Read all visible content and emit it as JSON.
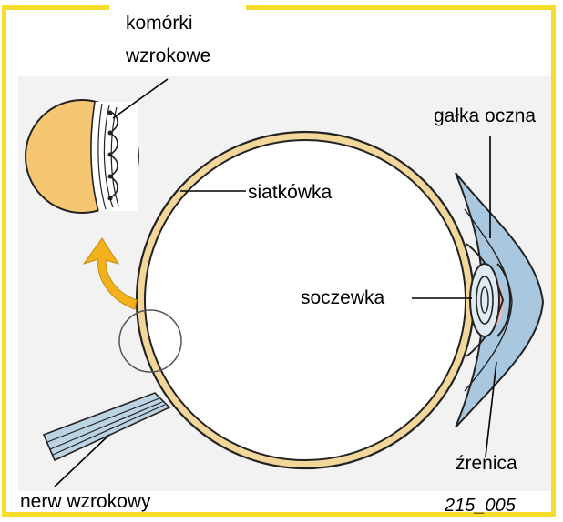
{
  "labels": {
    "komorki_line1": "komórki",
    "komorki_line2": "wzrokowe",
    "galka": "gałka oczna",
    "siatkowka": "siatkówka",
    "soczewka": "soczewka",
    "zrenica": "źrenica",
    "nerw": "nerw wzrokowy",
    "code": "215_005"
  },
  "colors": {
    "frame": "#f7dd2b",
    "sclera": "#f3d79a",
    "inset_fill": "#f6c772",
    "arrow": "#f2b21c",
    "cornea": "#a9c8e0",
    "iris_pink": "#f3b9b1"
  }
}
